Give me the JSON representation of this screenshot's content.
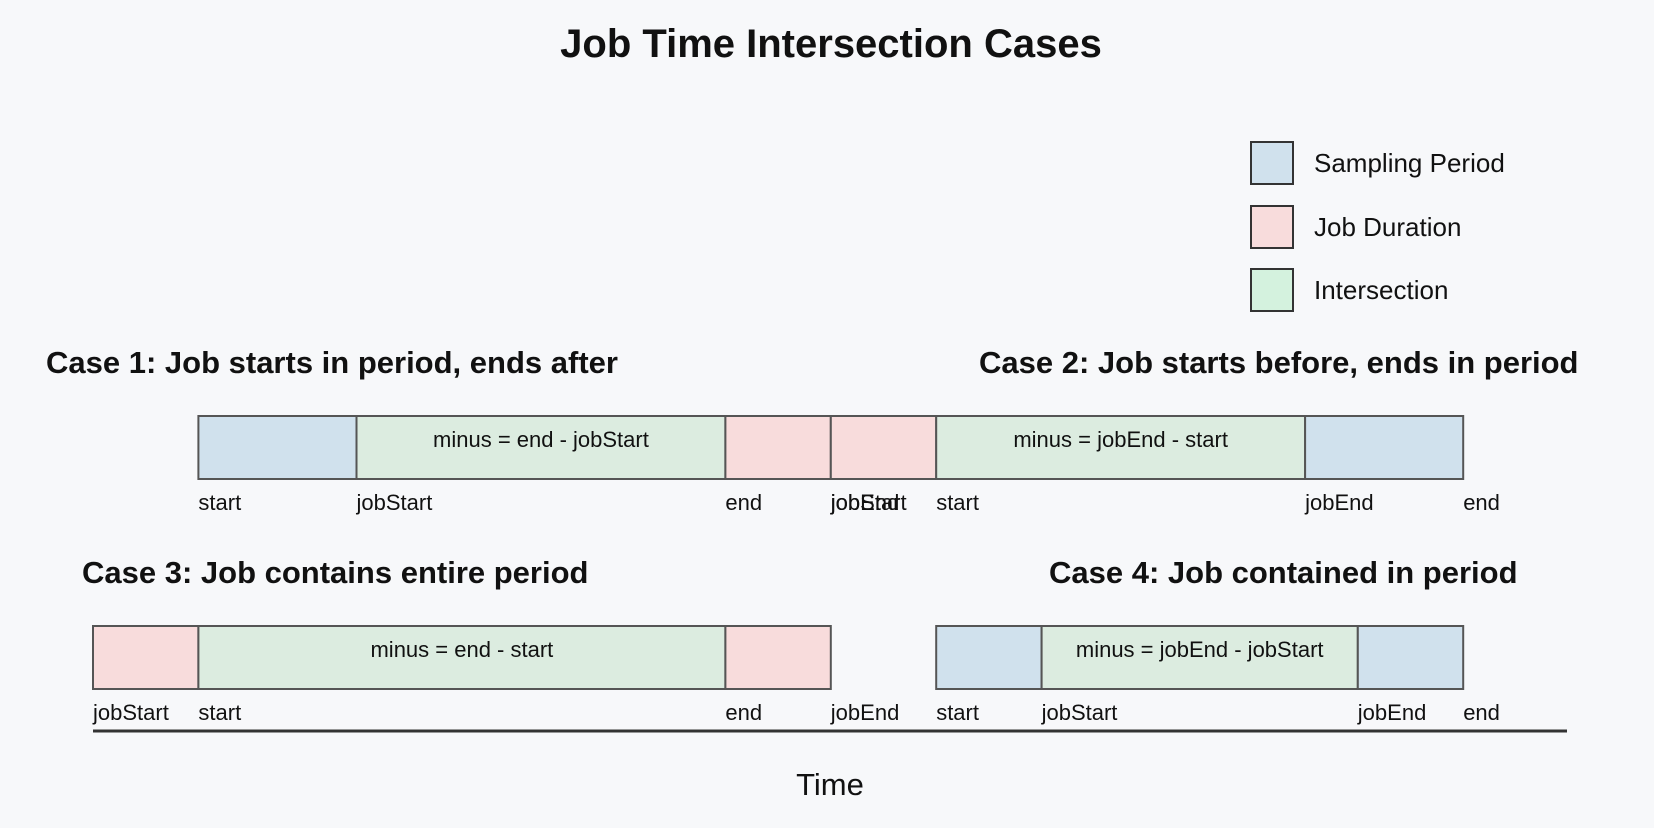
{
  "title": "Job Time Intersection Cases",
  "colors": {
    "sampling": "#d0e1ed",
    "job": "#f8dcdc",
    "intersection": "#dcece0",
    "intersection_legend": "#d4f2de",
    "stroke": "#555555",
    "axis": "#333333"
  },
  "legend": {
    "items": [
      {
        "key": "sampling",
        "label": "Sampling Period"
      },
      {
        "key": "job",
        "label": "Job Duration"
      },
      {
        "key": "intersection",
        "label": "Intersection"
      }
    ]
  },
  "cases": [
    {
      "title": "Case 1: Job starts in period, ends after",
      "segments": [
        {
          "type": "sampling",
          "from": 1,
          "to": 2.5
        },
        {
          "type": "intersection",
          "from": 2.5,
          "to": 6,
          "label": "minus = end - jobStart"
        },
        {
          "type": "job",
          "from": 6,
          "to": 7
        }
      ],
      "ticks": [
        {
          "t": 1,
          "label": "start"
        },
        {
          "t": 2.5,
          "label": "jobStart"
        },
        {
          "t": 6,
          "label": "end"
        },
        {
          "t": 7,
          "label": "jobEnd"
        }
      ]
    },
    {
      "title": "Case 2: Job starts before, ends in period",
      "segments": [
        {
          "type": "job",
          "from": 7,
          "to": 8
        },
        {
          "type": "intersection",
          "from": 8,
          "to": 11.5,
          "label": "minus = jobEnd - start"
        },
        {
          "type": "sampling",
          "from": 11.5,
          "to": 13
        }
      ],
      "ticks": [
        {
          "t": 7,
          "label": "jobStart"
        },
        {
          "t": 8,
          "label": "start"
        },
        {
          "t": 11.5,
          "label": "jobEnd"
        },
        {
          "t": 13,
          "label": "end"
        }
      ]
    },
    {
      "title": "Case 3: Job contains entire period",
      "segments": [
        {
          "type": "job",
          "from": 0,
          "to": 1
        },
        {
          "type": "intersection",
          "from": 1,
          "to": 6,
          "label": "minus = end - start"
        },
        {
          "type": "job",
          "from": 6,
          "to": 7
        }
      ],
      "ticks": [
        {
          "t": 0,
          "label": "jobStart"
        },
        {
          "t": 1,
          "label": "start"
        },
        {
          "t": 6,
          "label": "end"
        },
        {
          "t": 7,
          "label": "jobEnd"
        }
      ]
    },
    {
      "title": "Case 4: Job contained in period",
      "segments": [
        {
          "type": "sampling",
          "from": 8,
          "to": 9
        },
        {
          "type": "intersection",
          "from": 9,
          "to": 12,
          "label": "minus = jobEnd - jobStart"
        },
        {
          "type": "sampling",
          "from": 12,
          "to": 13
        }
      ],
      "ticks": [
        {
          "t": 8,
          "label": "start"
        },
        {
          "t": 9,
          "label": "jobStart"
        },
        {
          "t": 12,
          "label": "jobEnd"
        },
        {
          "t": 13,
          "label": "end"
        }
      ]
    }
  ],
  "axis": {
    "label": "Time",
    "range": [
      0,
      14
    ]
  }
}
